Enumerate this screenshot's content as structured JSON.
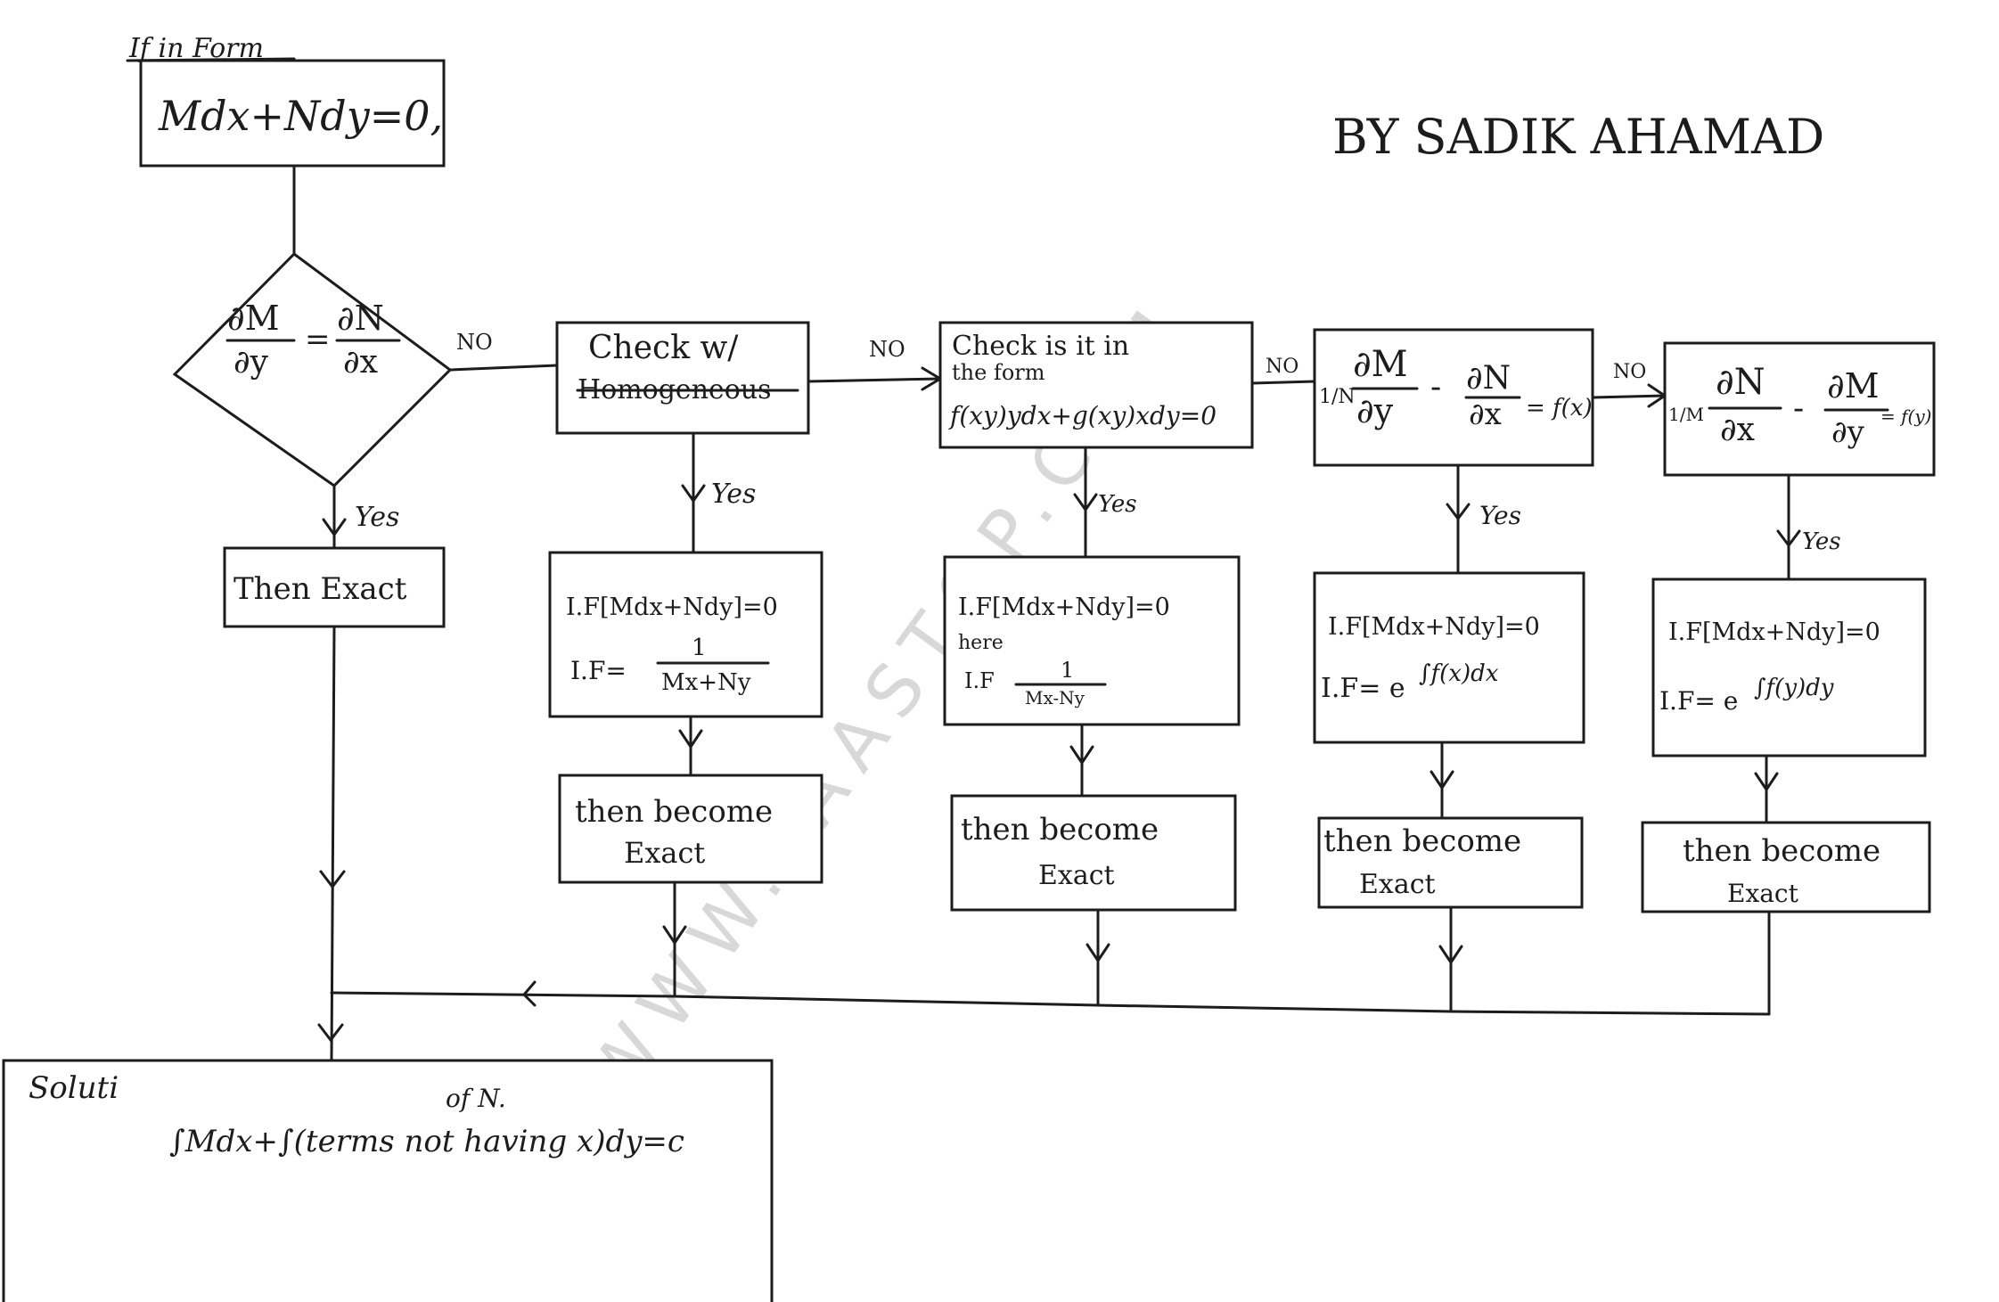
{
  "author": "BY SADIK AHAMAD",
  "watermark": "WWW.FAASTOP.COM",
  "start": {
    "label": "If in Form",
    "equation": "Mdx+Ndy=0,"
  },
  "decision": {
    "lhs_num": "∂M",
    "lhs_den": "∂y",
    "eq": "=",
    "rhs_num": "∂N",
    "rhs_den": "∂x"
  },
  "branch_labels": {
    "no": "NO",
    "yes": "Yes"
  },
  "exact_box": "Then Exact",
  "checks": [
    {
      "line1": "Check w/",
      "line2": "Homogeneous"
    },
    {
      "line1": "Check is it in",
      "line2": "the form",
      "line3": "f(xy)ydx+g(xy)xdy=0"
    },
    {
      "prefix": "1/N",
      "num1": "∂M",
      "den1": "∂y",
      "minus": "-",
      "num2": "∂N",
      "den2": "∂x",
      "result": "= f(x)"
    },
    {
      "prefix": "1/M",
      "num1": "∂N",
      "den1": "∂x",
      "minus": "-",
      "num2": "∂M",
      "den2": "∂y",
      "result": "= f(y)"
    }
  ],
  "if_boxes": [
    {
      "line1": "I.F[Mdx+Ndy]=0",
      "line2": "I.F=",
      "frac_num": "1",
      "frac_den": "Mx+Ny"
    },
    {
      "line1": "I.F[Mdx+Ndy]=0",
      "line1b": "here",
      "line2": "I.F",
      "frac_num": "1",
      "frac_den": "Mx-Ny"
    },
    {
      "line1": "I.F[Mdx+Ndy]=0",
      "line2": "I.F= e",
      "sup": "∫f(x)dx"
    },
    {
      "line1": "I.F[Mdx+Ndy]=0",
      "line2": "I.F= e",
      "sup": "∫f(y)dy"
    }
  ],
  "become_exact": {
    "line1": "then become",
    "line2": "Exact"
  },
  "solution": {
    "label": "Soluti",
    "note": "of N.",
    "equation": "∫Mdx+∫(terms not having x)dy=c"
  },
  "colors": {
    "ink": "#1c1c1c",
    "paper": "#ffffff",
    "watermark": "#d8d8d8"
  }
}
